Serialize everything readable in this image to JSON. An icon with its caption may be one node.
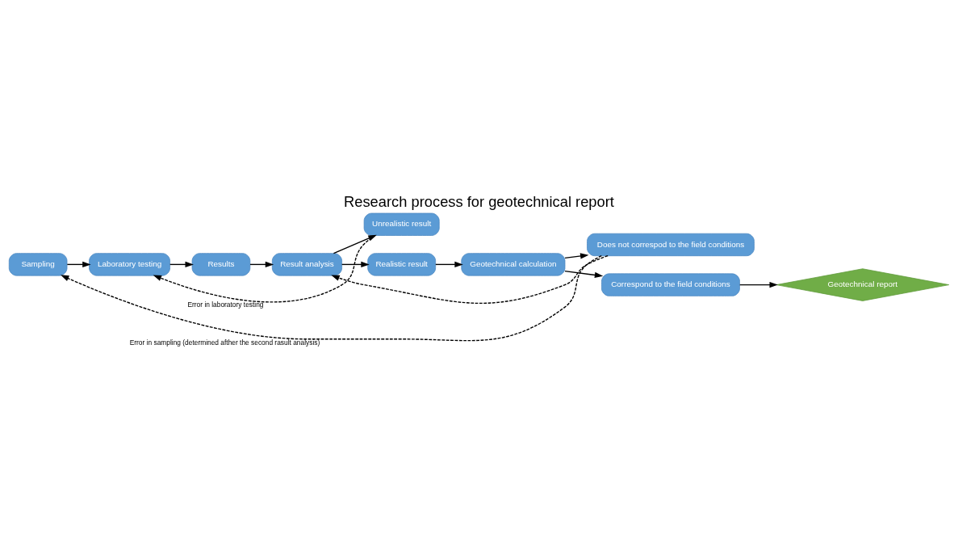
{
  "diagram": {
    "title": "Research process for geotechnical report",
    "nodes": [
      {
        "text": [
          "Sampling"
        ]
      },
      {
        "text": [
          "Laboratory testing"
        ]
      },
      {
        "text": [
          "Results"
        ]
      },
      {
        "text": [
          "Result analysis"
        ]
      },
      {
        "text": [
          "Unrealistic result"
        ]
      },
      {
        "text": [
          "Realistic result"
        ]
      },
      {
        "text": [
          "Geotechnical calculation"
        ]
      },
      {
        "text": [
          "Does not correspod to the field conditions"
        ]
      },
      {
        "text": [
          "Correspond to the field conditions"
        ]
      },
      {
        "text": [
          "Geotechnical report"
        ]
      }
    ],
    "edges": [
      {
        "from": 0,
        "to": 1,
        "arrow": "to"
      },
      {
        "from": 1,
        "to": 2,
        "arrow": "to"
      },
      {
        "from": 2,
        "to": 3,
        "arrow": "to"
      },
      {
        "from": 3,
        "to": 4,
        "arrow": "to"
      },
      {
        "from": 3,
        "to": 5,
        "arrow": "to"
      },
      {
        "from": 5,
        "to": 6,
        "arrow": "to"
      },
      {
        "from": 6,
        "to": 7,
        "arrow": "to"
      },
      {
        "from": 6,
        "to": 8,
        "arrow": "to"
      },
      {
        "from": 8,
        "to": 9,
        "arrow": "to"
      },
      {
        "from": 4,
        "to": 1,
        "arrow": "to",
        "style": "dashed",
        "label": "Error in laboratory testing"
      },
      {
        "from": 7,
        "to": 3,
        "arrow": "to",
        "style": "dashed"
      },
      {
        "from": 7,
        "to": 0,
        "arrow": "to",
        "style": "dashed",
        "label": "Error in sampling (determined afther the second rasult analysis)"
      }
    ]
  }
}
